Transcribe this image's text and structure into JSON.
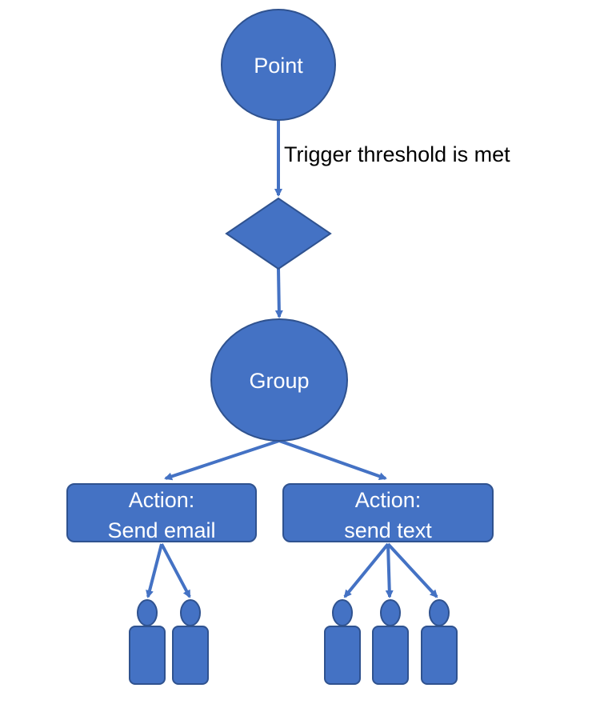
{
  "colors": {
    "node_fill": "#4472c4",
    "node_stroke": "#2f528f",
    "edge": "#4472c4",
    "node_text": "#ffffff",
    "edge_text": "#000000"
  },
  "nodes": {
    "point": {
      "label": "Point"
    },
    "decision": {
      "label": ""
    },
    "group": {
      "label": "Group"
    },
    "action_email": {
      "line1": "Action:",
      "line2": "Send email"
    },
    "action_text": {
      "line1": "Action:",
      "line2": "send text"
    }
  },
  "edges": {
    "trigger": {
      "label": "Trigger threshold is met"
    }
  },
  "recipients": {
    "email_count": 2,
    "text_count": 3,
    "icon": "person-icon"
  }
}
